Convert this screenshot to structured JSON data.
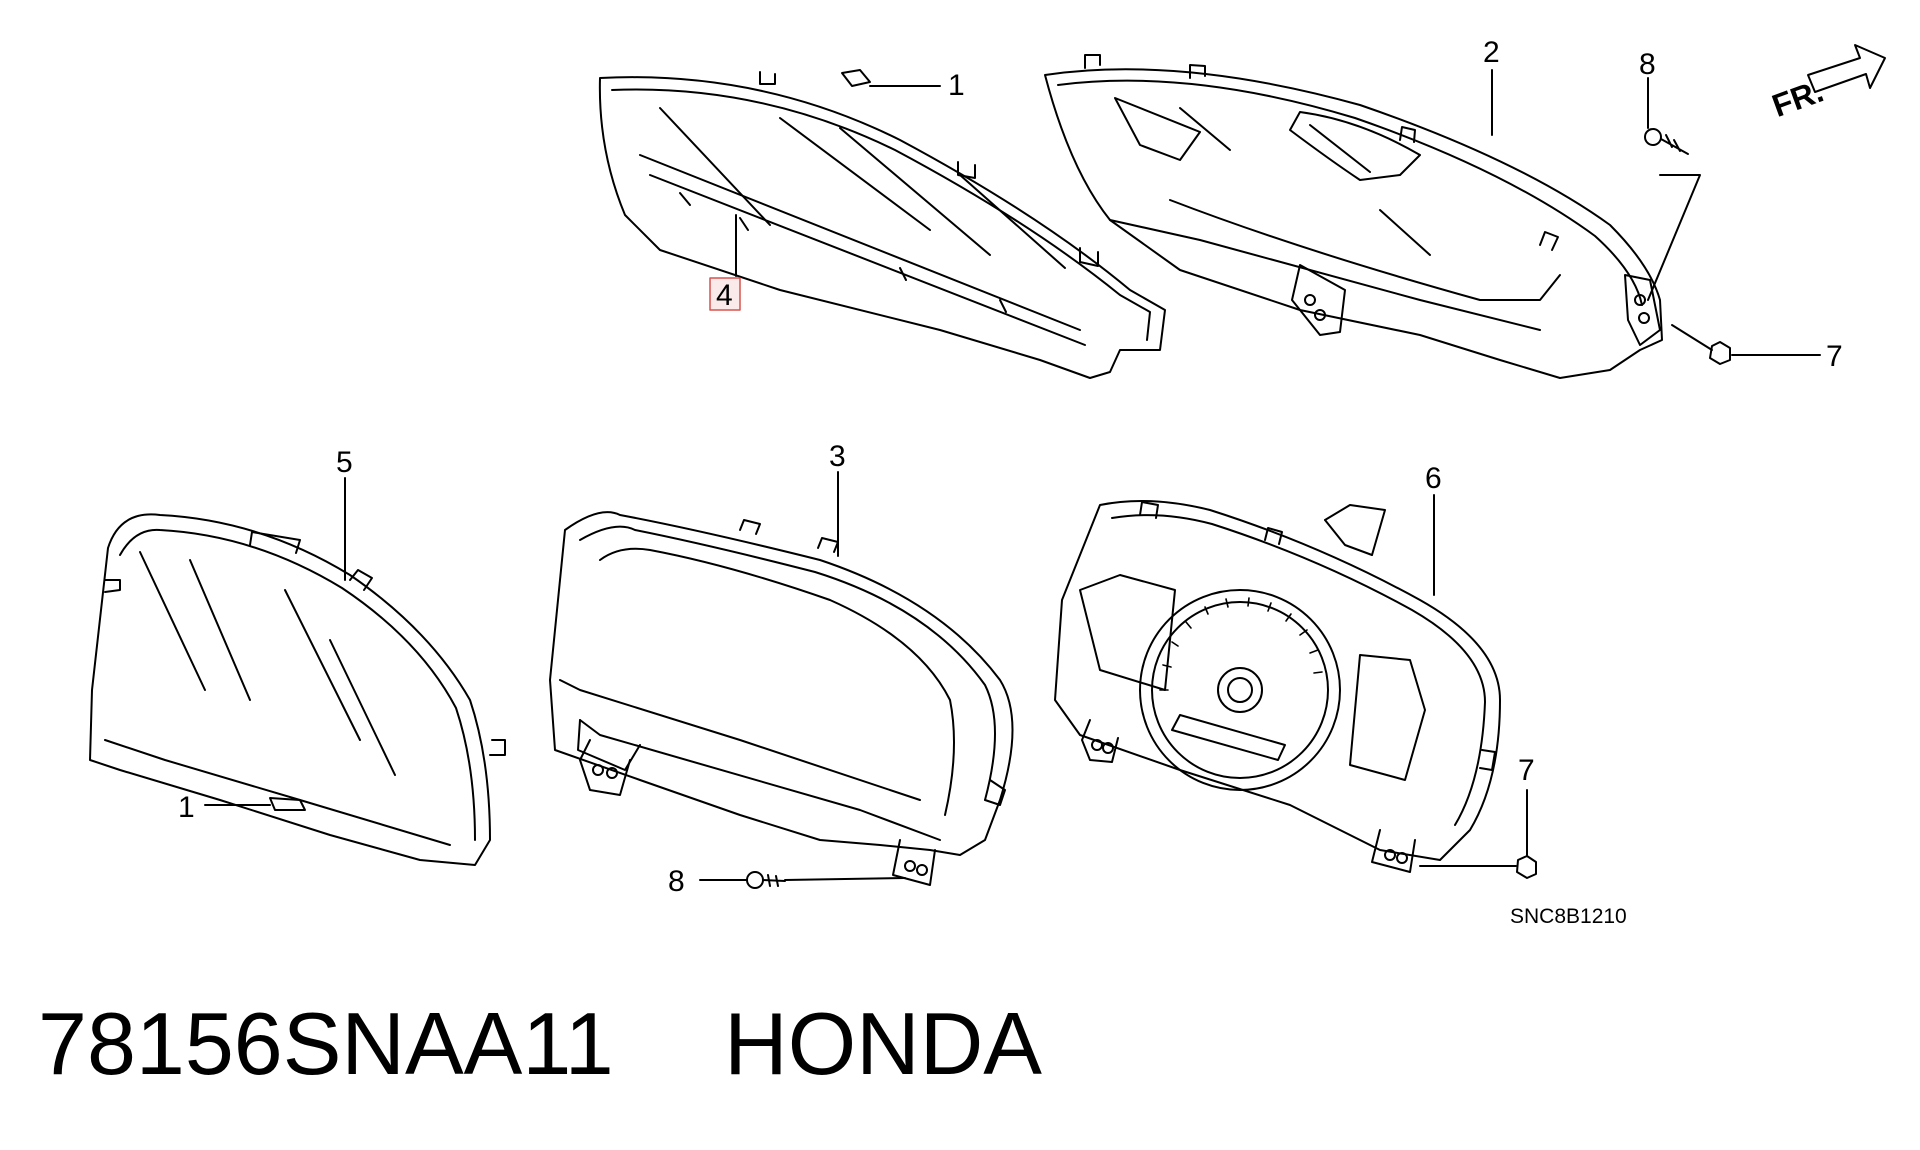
{
  "diagram": {
    "callouts": {
      "c1_top": "1",
      "c2": "2",
      "c8_top": "8",
      "c7_top": "7",
      "c4": "4",
      "c5": "5",
      "c3": "3",
      "c6": "6",
      "c1_bottom": "1",
      "c8_bottom": "8",
      "c7_bottom": "7"
    },
    "front_marker": "FR.",
    "drawing_code": "SNC8B1210",
    "highlight_color": "#d9534f"
  },
  "part": {
    "number": "78156SNAA11",
    "manufacturer": "HONDA"
  }
}
